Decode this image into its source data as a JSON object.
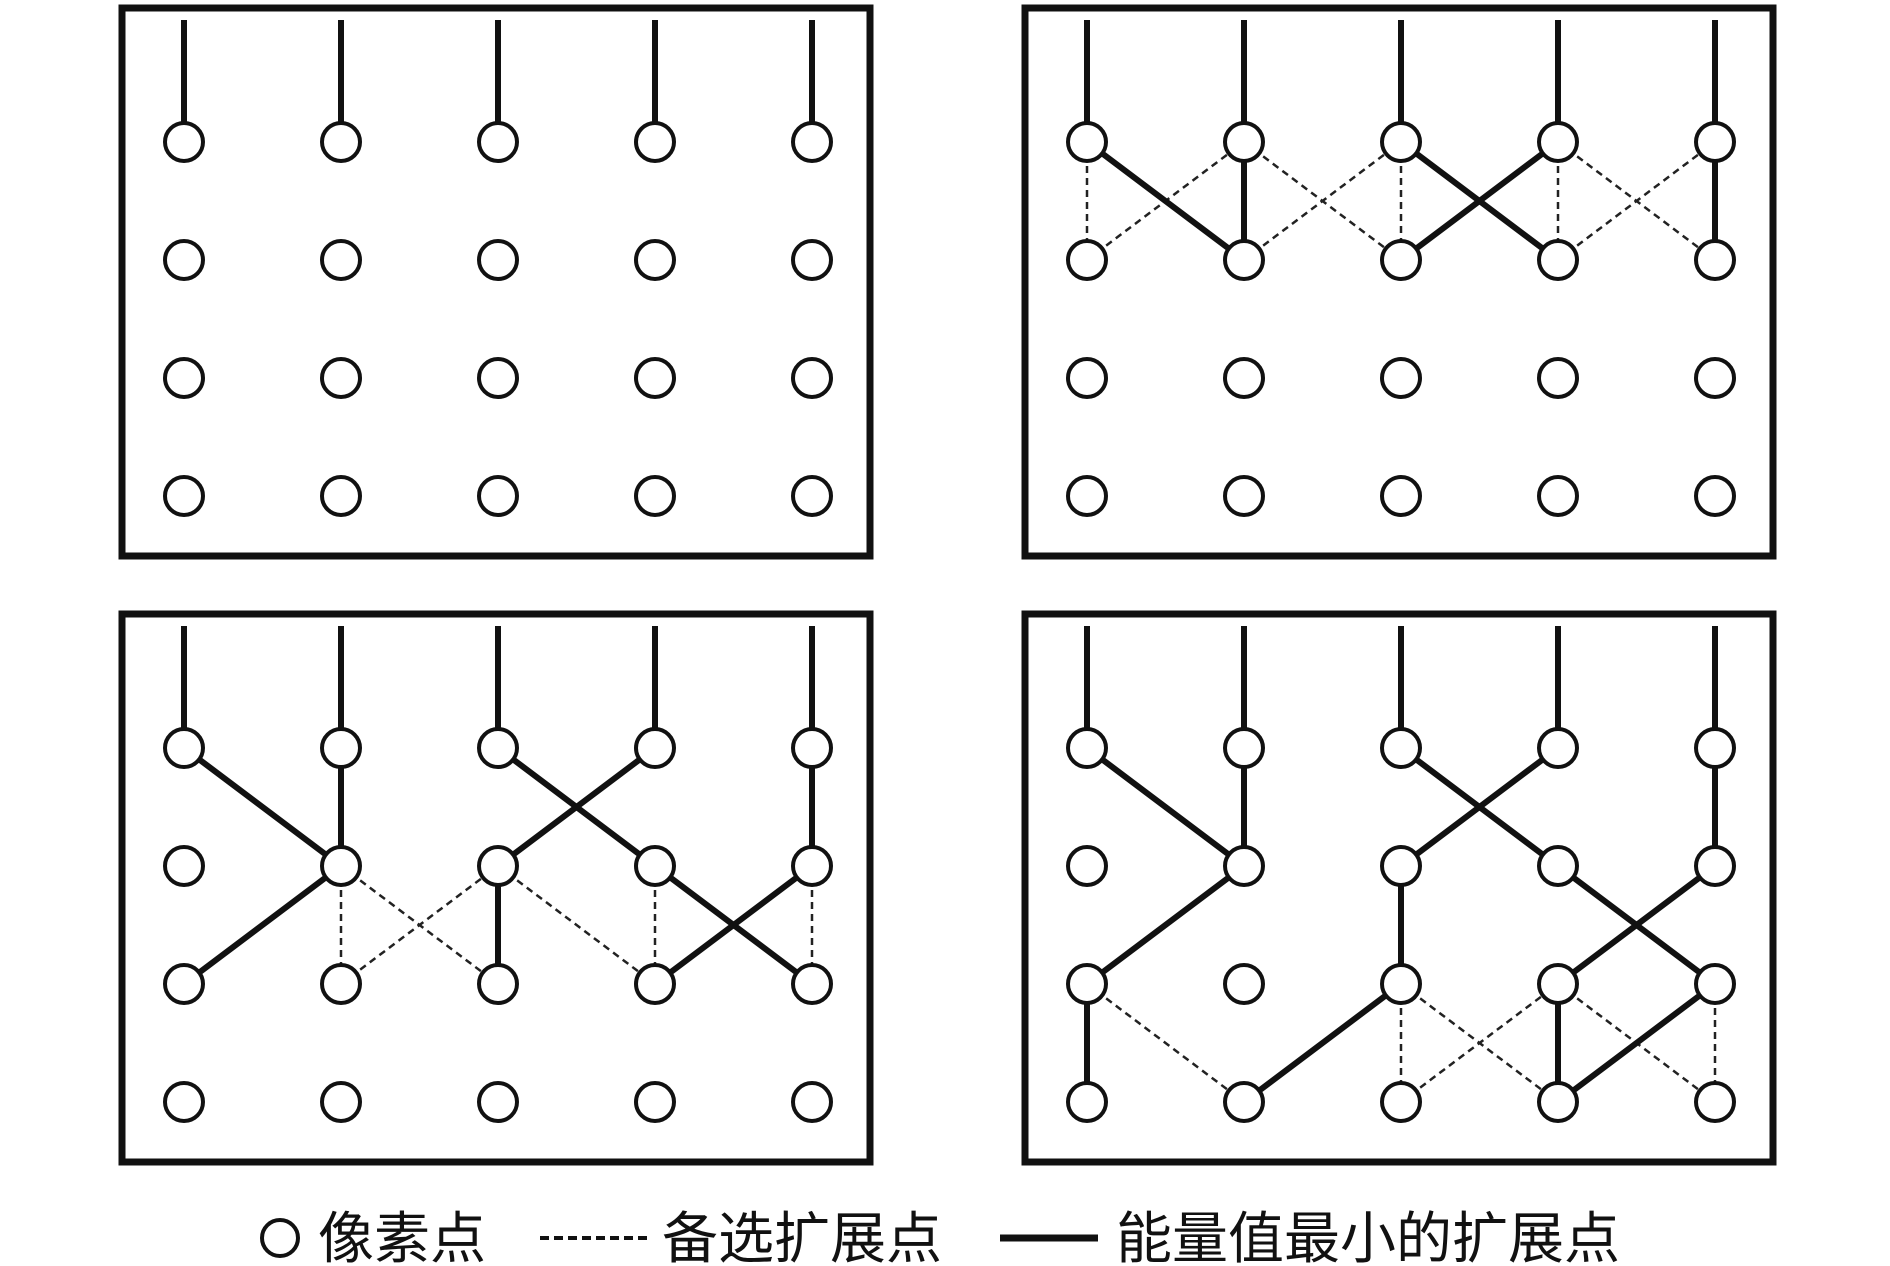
{
  "figure": {
    "cols": 5,
    "rows": 4,
    "panels": [
      {
        "id": "step-1",
        "stems": [
          0,
          1,
          2,
          3,
          4
        ],
        "solid": [],
        "dashed": []
      },
      {
        "id": "step-2",
        "stems": [
          0,
          1,
          2,
          3,
          4
        ],
        "solid": [
          [
            [
              0,
              0
            ],
            [
              1,
              1
            ]
          ],
          [
            [
              1,
              0
            ],
            [
              1,
              1
            ]
          ],
          [
            [
              2,
              0
            ],
            [
              3,
              1
            ]
          ],
          [
            [
              3,
              0
            ],
            [
              2,
              1
            ]
          ],
          [
            [
              4,
              0
            ],
            [
              4,
              1
            ]
          ]
        ],
        "dashed": [
          [
            [
              0,
              0
            ],
            [
              0,
              1
            ]
          ],
          [
            [
              0,
              1
            ],
            [
              1,
              0
            ]
          ],
          [
            [
              1,
              0
            ],
            [
              2,
              1
            ]
          ],
          [
            [
              1,
              1
            ],
            [
              2,
              0
            ]
          ],
          [
            [
              2,
              0
            ],
            [
              2,
              1
            ]
          ],
          [
            [
              3,
              0
            ],
            [
              4,
              1
            ]
          ],
          [
            [
              3,
              1
            ],
            [
              4,
              0
            ]
          ],
          [
            [
              3,
              0
            ],
            [
              3,
              1
            ]
          ]
        ]
      },
      {
        "id": "step-3",
        "stems": [
          0,
          1,
          2,
          3,
          4
        ],
        "solid": [
          [
            [
              0,
              0
            ],
            [
              1,
              1
            ]
          ],
          [
            [
              1,
              0
            ],
            [
              1,
              1
            ]
          ],
          [
            [
              2,
              0
            ],
            [
              3,
              1
            ]
          ],
          [
            [
              3,
              0
            ],
            [
              2,
              1
            ]
          ],
          [
            [
              4,
              0
            ],
            [
              4,
              1
            ]
          ],
          [
            [
              1,
              1
            ],
            [
              0,
              2
            ]
          ],
          [
            [
              2,
              1
            ],
            [
              2,
              2
            ]
          ],
          [
            [
              3,
              1
            ],
            [
              4,
              2
            ]
          ],
          [
            [
              4,
              1
            ],
            [
              3,
              2
            ]
          ]
        ],
        "dashed": [
          [
            [
              1,
              1
            ],
            [
              1,
              2
            ]
          ],
          [
            [
              1,
              1
            ],
            [
              2,
              2
            ]
          ],
          [
            [
              1,
              2
            ],
            [
              2,
              1
            ]
          ],
          [
            [
              2,
              1
            ],
            [
              3,
              2
            ]
          ],
          [
            [
              3,
              1
            ],
            [
              3,
              2
            ]
          ],
          [
            [
              4,
              1
            ],
            [
              4,
              2
            ]
          ]
        ]
      },
      {
        "id": "step-4",
        "stems": [
          0,
          1,
          2,
          3,
          4
        ],
        "solid": [
          [
            [
              0,
              0
            ],
            [
              1,
              1
            ]
          ],
          [
            [
              1,
              0
            ],
            [
              1,
              1
            ]
          ],
          [
            [
              2,
              0
            ],
            [
              3,
              1
            ]
          ],
          [
            [
              3,
              0
            ],
            [
              2,
              1
            ]
          ],
          [
            [
              4,
              0
            ],
            [
              4,
              1
            ]
          ],
          [
            [
              1,
              1
            ],
            [
              0,
              2
            ]
          ],
          [
            [
              2,
              1
            ],
            [
              2,
              2
            ]
          ],
          [
            [
              3,
              1
            ],
            [
              4,
              2
            ]
          ],
          [
            [
              4,
              1
            ],
            [
              3,
              2
            ]
          ],
          [
            [
              0,
              2
            ],
            [
              0,
              3
            ]
          ],
          [
            [
              2,
              2
            ],
            [
              1,
              3
            ]
          ],
          [
            [
              3,
              2
            ],
            [
              3,
              3
            ]
          ],
          [
            [
              4,
              2
            ],
            [
              3,
              3
            ]
          ]
        ],
        "dashed": [
          [
            [
              0,
              2
            ],
            [
              1,
              3
            ]
          ],
          [
            [
              2,
              2
            ],
            [
              2,
              3
            ]
          ],
          [
            [
              2,
              2
            ],
            [
              3,
              3
            ]
          ],
          [
            [
              2,
              3
            ],
            [
              3,
              2
            ]
          ],
          [
            [
              3,
              2
            ],
            [
              4,
              3
            ]
          ],
          [
            [
              4,
              2
            ],
            [
              4,
              3
            ]
          ]
        ]
      }
    ]
  },
  "legend": {
    "pixel_label": "像素点",
    "candidate_label": "备选扩展点",
    "min_energy_label": "能量值最小的扩展点"
  }
}
